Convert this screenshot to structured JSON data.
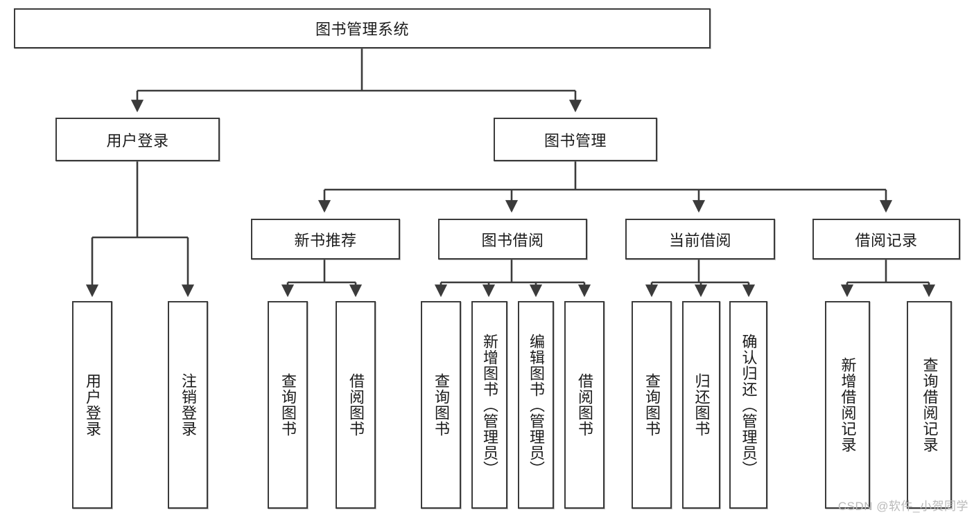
{
  "diagram": {
    "title_text": "图书管理系统",
    "type": "hierarchy-tree",
    "line_color": "#3b3b3b",
    "box_fill": "#ffffff",
    "text_color": "#1b1b1b",
    "nodes": {
      "root": "图书管理系统",
      "level2": {
        "user_login": "用户登录",
        "book_manage": "图书管理"
      },
      "level3": {
        "new_book_recommend": "新书推荐",
        "book_borrow": "图书借阅",
        "current_borrow": "当前借阅",
        "borrow_record": "借阅记录"
      },
      "leaves": {
        "user_login_1": "用户登录",
        "user_login_2": "注销登录",
        "new_book_1": "查询图书",
        "new_book_2": "借阅图书",
        "book_borrow_1": "查询图书",
        "book_borrow_2": "新增图书（管理员）",
        "book_borrow_3": "编辑图书（管理员）",
        "book_borrow_4": "借阅图书",
        "current_borrow_1": "查询图书",
        "current_borrow_2": "归还图书",
        "current_borrow_3": "确认归还（管理员）",
        "borrow_record_1": "新增借阅记录",
        "borrow_record_2": "查询借阅记录"
      }
    }
  },
  "watermark": {
    "text": "CSDN @软件_小贺同学"
  }
}
